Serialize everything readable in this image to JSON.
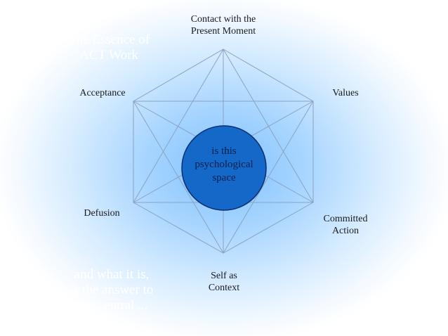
{
  "overlay_title": [
    "The Essence of",
    "ACT Work"
  ],
  "overlay_bottom": [
    "and what it is,",
    "is the answer to",
    "this central ..."
  ],
  "nodes": {
    "contact": [
      "Contact with the",
      "Present Moment"
    ],
    "values": "Values",
    "acceptance": "Acceptance",
    "defusion": "Defusion",
    "committed": [
      "Committed",
      "Action"
    ],
    "self": [
      "Self as",
      "Context"
    ]
  },
  "center": [
    "is this",
    "psychological",
    "space"
  ],
  "colors": {
    "center_fill": "#1469c8",
    "center_stroke": "#0a2f6e",
    "lines": "#8aa3c2",
    "overlay_text": "#ffffff"
  }
}
